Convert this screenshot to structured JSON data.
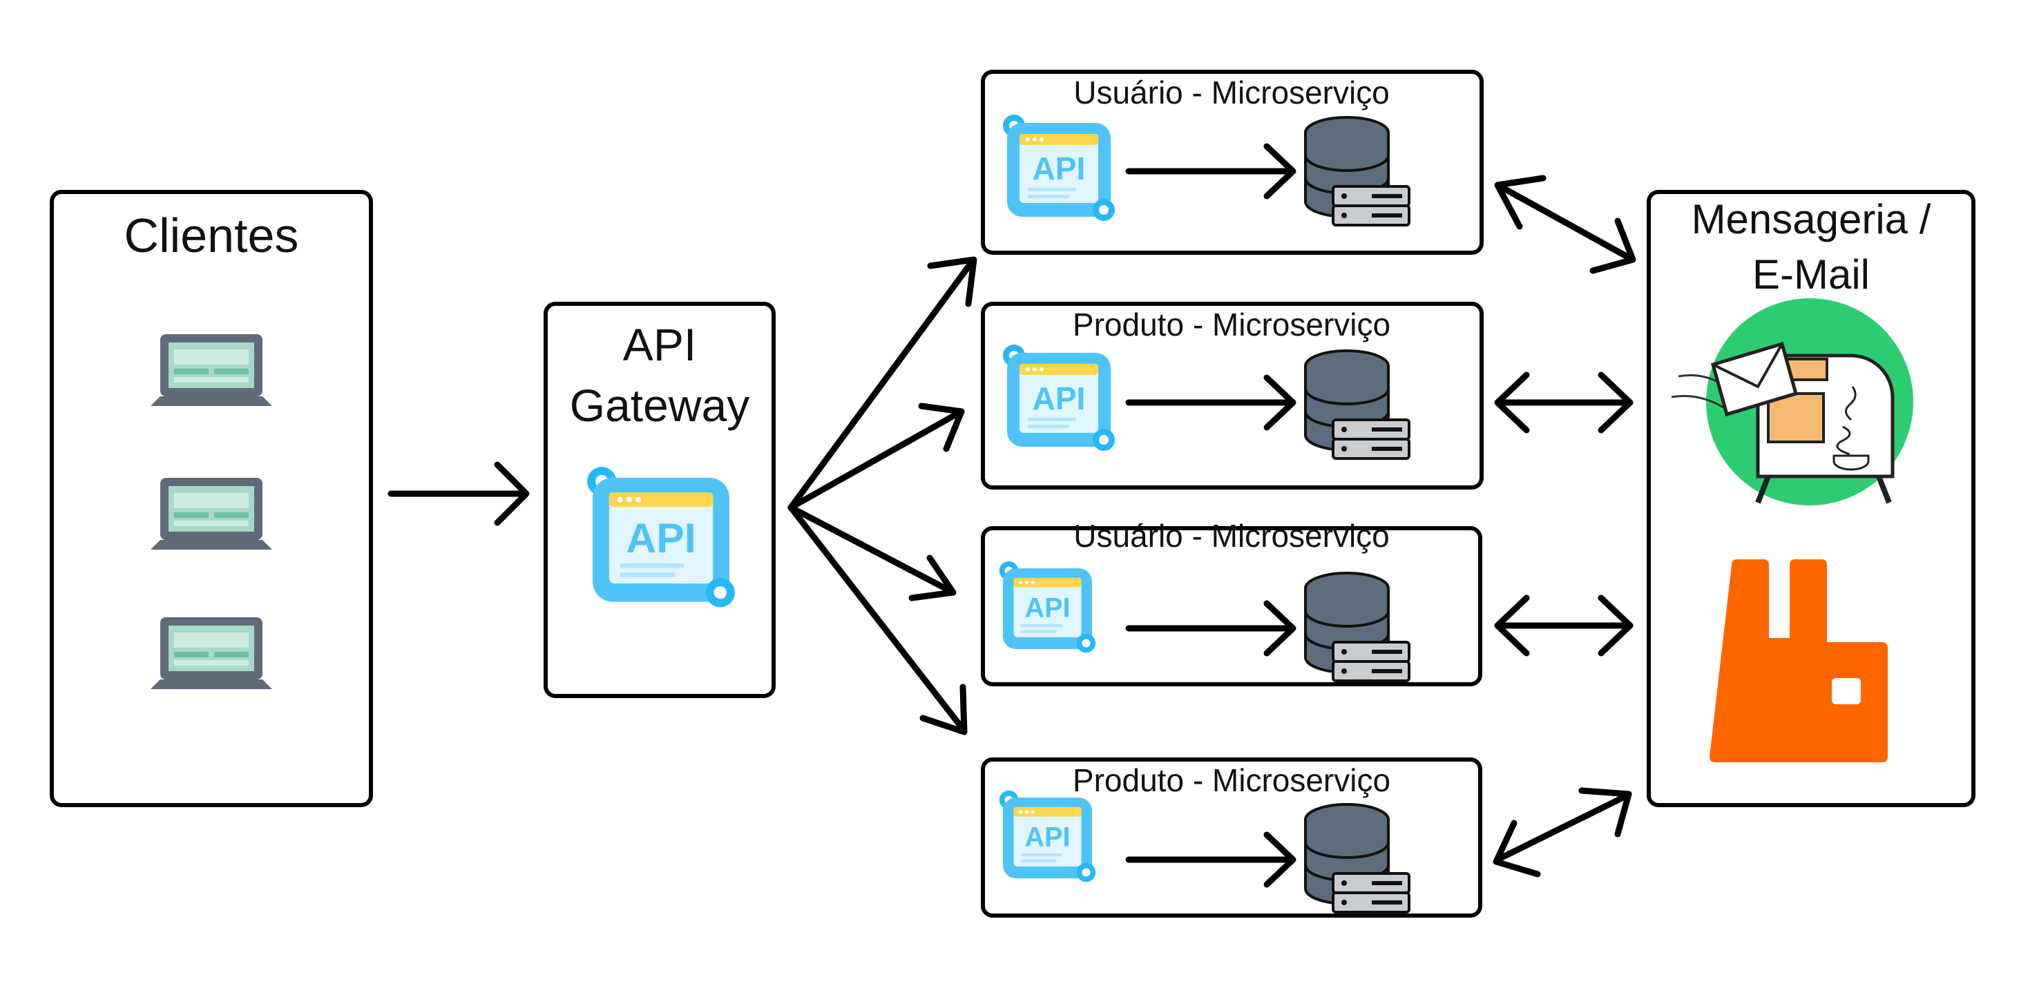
{
  "clients": {
    "title": "Clientes",
    "icon": "laptop-icon"
  },
  "gateway": {
    "title_line1": "API",
    "title_line2": "Gateway",
    "icon_text": "API"
  },
  "services": [
    {
      "title": "Usuário - Microserviço",
      "api_text": "API",
      "icon": "database-icon"
    },
    {
      "title": "Produto - Microserviço",
      "api_text": "API",
      "icon": "database-icon"
    },
    {
      "title": "Usuário - Microserviço",
      "api_text": "API",
      "icon": "database-icon"
    },
    {
      "title": "Produto - Microserviço",
      "api_text": "API",
      "icon": "database-icon"
    }
  ],
  "messaging": {
    "title_line1": "Mensageria /",
    "title_line2": "E-Mail",
    "mail_icon": "mailbox-java-icon",
    "broker_icon": "rabbitmq-icon"
  },
  "colors": {
    "stroke": "#000000",
    "api_blue": "#4fc3f7",
    "api_light": "#e1f5fe",
    "laptop_dark": "#5f6b7a",
    "laptop_screen": "#a7d8c8",
    "db_dark": "#5d6d7e",
    "mail_green": "#2ecc71",
    "mail_orange": "#f5b971",
    "rabbit_orange": "#ff6600"
  }
}
